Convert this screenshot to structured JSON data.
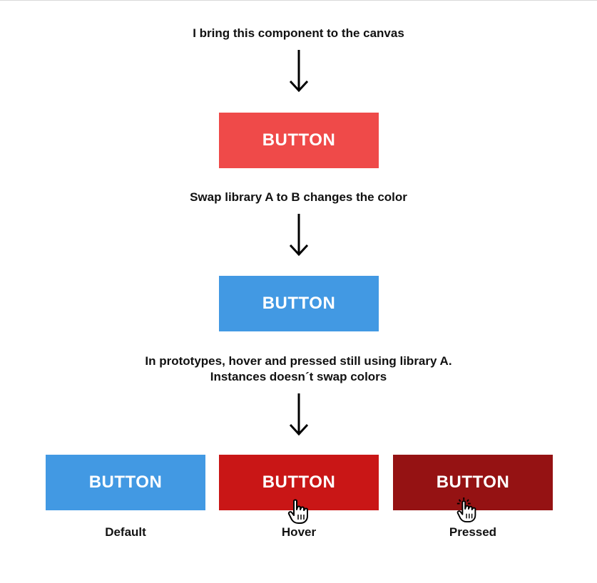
{
  "captions": {
    "step1": "I bring this component to the canvas",
    "step2": "Swap library A to B changes the color",
    "step3_line1": "In prototypes, hover and pressed still using library A.",
    "step3_line2": "Instances doesn´t swap colors"
  },
  "buttons": {
    "original": {
      "label": "BUTTON",
      "color": "#ef4a49"
    },
    "swapped": {
      "label": "BUTTON",
      "color": "#4299e3"
    },
    "default_state": {
      "label": "BUTTON",
      "color": "#4299e3"
    },
    "hover_state": {
      "label": "BUTTON",
      "color": "#c91616"
    },
    "pressed_state": {
      "label": "BUTTON",
      "color": "#951213"
    }
  },
  "state_labels": {
    "default": "Default",
    "hover": "Hover",
    "pressed": "Pressed"
  },
  "icons": {
    "arrow": "arrow-down-icon",
    "hover_cursor": "hand-pointer-icon",
    "pressed_cursor": "hand-pointer-click-icon"
  }
}
